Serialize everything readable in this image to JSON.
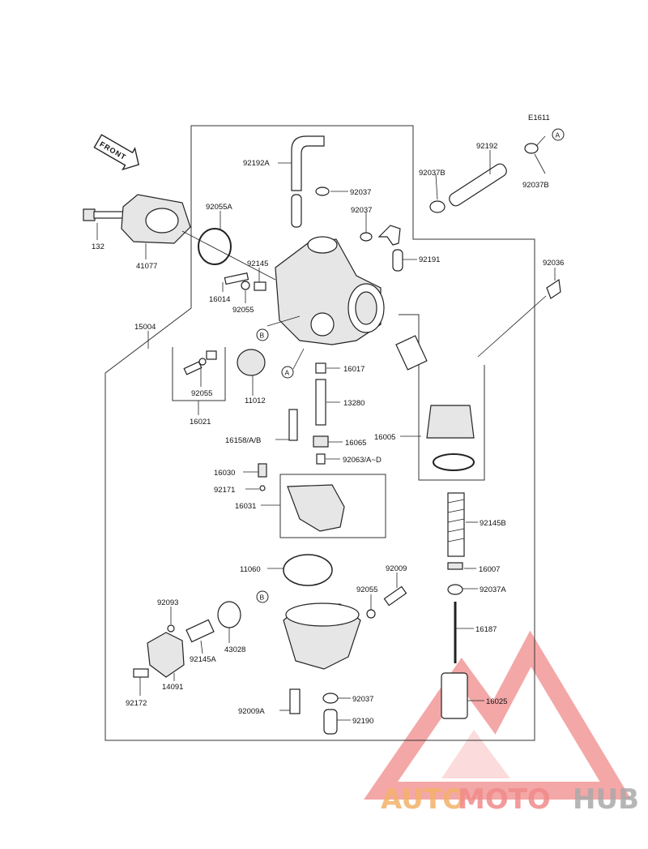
{
  "diagram_code": "E1611",
  "front_label": "FRONT",
  "watermark": {
    "word1": "AUTO",
    "word2": "MOTO",
    "word3": "HUB",
    "color_orange": "#f2b268",
    "color_red": "#f08a8a",
    "color_gray": "#a9a9a9"
  },
  "callouts": {
    "circle_a_top": "A",
    "circle_a_mid": "A",
    "circle_b_mid": "B",
    "circle_b_low": "B"
  },
  "parts": {
    "p92192A": "92192A",
    "p92037_a": "92037",
    "p92037_b": "92037",
    "p92191": "92191",
    "p92192": "92192",
    "p92037B_l": "92037B",
    "p92037B_r": "92037B",
    "p92036": "92036",
    "p92055A": "92055A",
    "p132": "132",
    "p41077": "41077",
    "p92145": "92145",
    "p16014": "16014",
    "p92055_a": "92055",
    "p15004": "15004",
    "p92055_b": "92055",
    "p16021": "16021",
    "p11012": "11012",
    "p16017": "16017",
    "p13280": "13280",
    "p16005": "16005",
    "p16158": "16158/A/B",
    "p16065": "16065",
    "p92063": "92063/A~D",
    "p16030": "16030",
    "p92171": "92171",
    "p16031": "16031",
    "p92145B": "92145B",
    "p11060": "11060",
    "p92009": "92009",
    "p16007": "16007",
    "p92055_c": "92055",
    "p92037A": "92037A",
    "p92093": "92093",
    "p43028": "43028",
    "p92145A": "92145A",
    "p16187": "16187",
    "p14091": "14091",
    "p92172": "92172",
    "p16025": "16025",
    "p92037_c": "92037",
    "p92009A": "92009A",
    "p92190": "92190"
  }
}
